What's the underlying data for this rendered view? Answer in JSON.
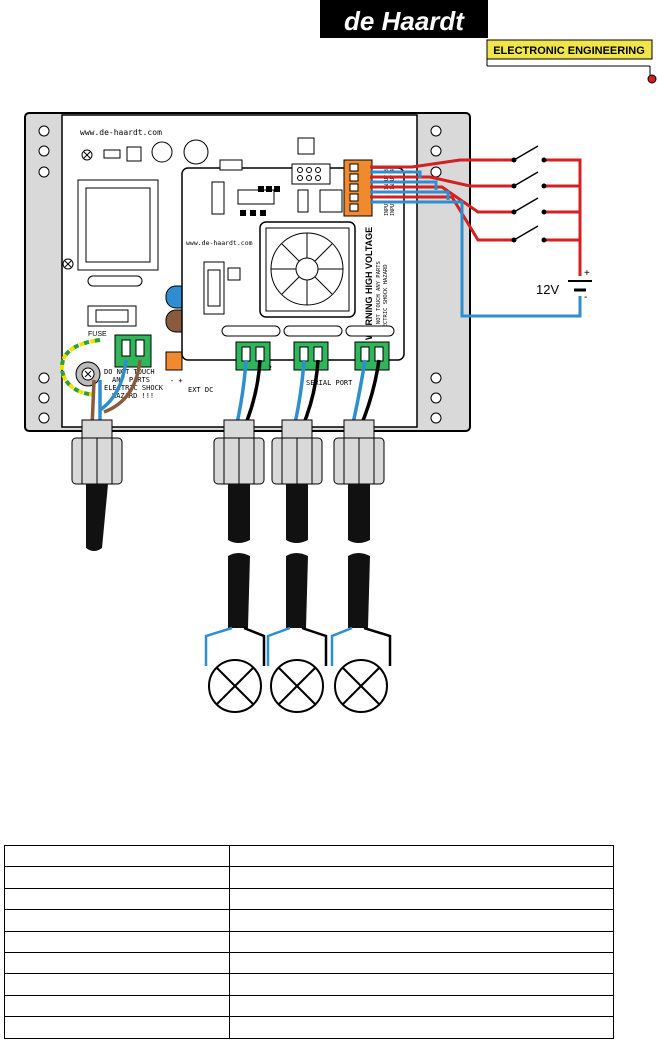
{
  "logo": {
    "name": "de Haardt",
    "tagline": "ELECTRONIC ENGINEERING",
    "tagline_bg": "#f0e64c"
  },
  "board": {
    "url_top": "www.de-haardt.com",
    "url_pcb": "www.de-haardt.com",
    "fuse_label": "FUSE",
    "warning_touch": [
      "DO NOT TOUCH",
      "ANY PARTS",
      "ELECTRIC SHOCK",
      "HAZARD !!!"
    ],
    "ext_dc_label": "EXT DC",
    "ext_dc_pins": "- +",
    "output_2_label": "2",
    "serial_port_label": "SERIAL PORT",
    "hv_warning_title": "WARNING HIGH VOLTAGE",
    "hv_warning_sub1": "DO NOT TOUCH ANY PARTS",
    "hv_warning_sub2": "ELECTRIC SHOCK HAZARD",
    "input_labels": [
      "INPUT 1",
      "INPUT 2",
      "INPUT 3",
      "INPUT 4"
    ]
  },
  "battery": {
    "voltage": "12V",
    "plus": "+",
    "minus": "-"
  },
  "colors": {
    "wire_red": "#d42020",
    "wire_blue": "#2e8fd0",
    "wire_brown": "#8a5a3c",
    "terminal_green": "#2fb55a",
    "connector_orange": "#f08a2c",
    "enclosure": "#d9d9d9"
  },
  "table": {
    "rows": [
      [
        "",
        ""
      ],
      [
        "",
        ""
      ],
      [
        "",
        ""
      ],
      [
        "",
        ""
      ],
      [
        "",
        ""
      ],
      [
        "",
        ""
      ],
      [
        "",
        ""
      ],
      [
        "",
        ""
      ],
      [
        "",
        ""
      ]
    ]
  }
}
